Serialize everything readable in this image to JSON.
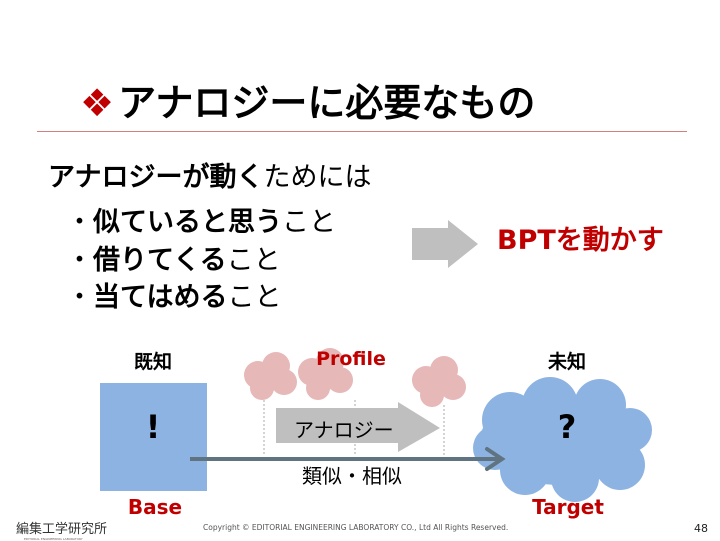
{
  "title": {
    "bullet_icon": "diamond-ornament-icon",
    "text": "アナロジーに必要なもの"
  },
  "heading": {
    "bold": "アナロジーが動く",
    "normal": "ためには"
  },
  "bullets": [
    {
      "bold": "似ていると思う",
      "normal": "こと"
    },
    {
      "bold": "借りてくる",
      "normal": "こと"
    },
    {
      "bold": "当てはめる",
      "normal": "こと"
    }
  ],
  "result": "BPTを動かす",
  "diagram": {
    "known_label": "既知",
    "known_mark": "!",
    "base_label": "Base",
    "unknown_label": "未知",
    "unknown_mark": "?",
    "target_label": "Target",
    "profile_label": "Profile",
    "analogy_label": "アナロジー",
    "similarity_label": "類似・相似"
  },
  "footer": {
    "logo_text": "編集工学研究所",
    "logo_sub": "EDITORIAL ENGINEERING LABORATORY",
    "copyright": "Copyright © EDITORIAL ENGINEERING LABORATORY CO., Ltd All Rights Reserved.",
    "page": "48"
  },
  "colors": {
    "accent": "#c00000",
    "blue": "#8db3e2",
    "pink": "#e6b8b7",
    "gray": "#bfbfbf",
    "dark_arrow": "#5f7380"
  }
}
